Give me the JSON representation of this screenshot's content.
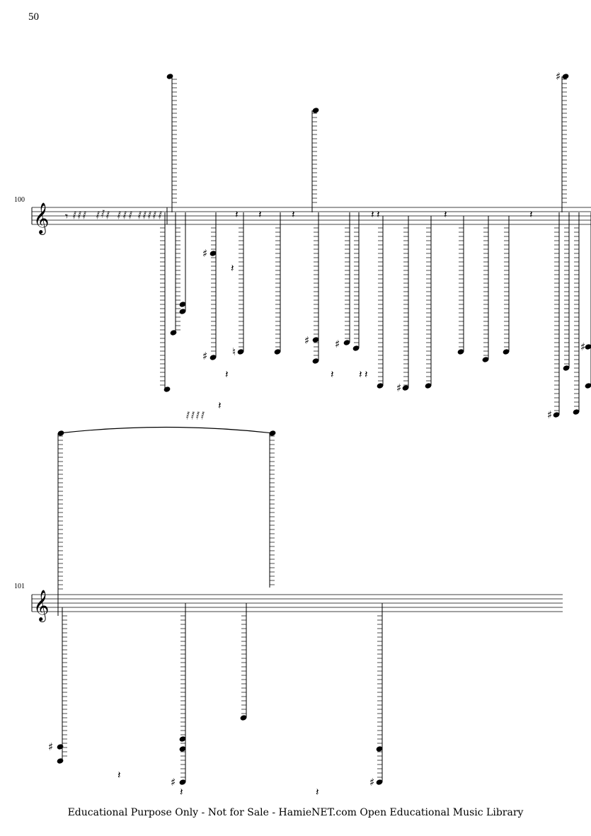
{
  "page": {
    "number": "50",
    "footer": "Educational Purpose Only - Not for Sale - HamieNET.com Open Educational Music Library"
  },
  "systems": [
    {
      "measure_number": "100",
      "clef": "treble-clef"
    },
    {
      "measure_number": "101",
      "clef": "treble-clef"
    }
  ],
  "colors": {
    "ink": "#000000",
    "paper": "#ffffff"
  }
}
